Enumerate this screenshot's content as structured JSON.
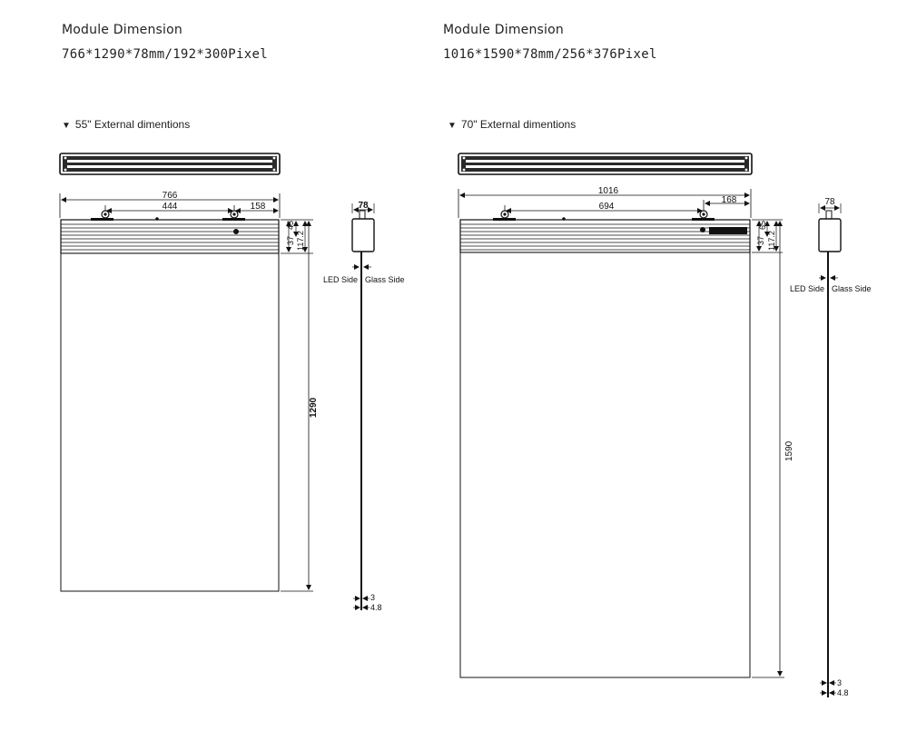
{
  "left": {
    "heading": "Module Dimension",
    "spec": "766*1290*78mm/192*300Pixel",
    "subheading": "55\" External dimentions",
    "width": "766",
    "mount_spacing": "444",
    "edge_offset": "158",
    "height": "1290",
    "depth": "78",
    "frame_37": "37",
    "frame_45": "45",
    "frame_total": "117.2",
    "thickness_a": "3",
    "thickness_b": "4.8",
    "led_side": "LED Side",
    "glass_side": "Glass Side"
  },
  "right": {
    "heading": "Module Dimension",
    "spec": "1016*1590*78mm/256*376Pixel",
    "subheading": "70\" External dimentions",
    "width": "1016",
    "mount_spacing": "694",
    "edge_offset": "168",
    "height": "1590",
    "depth": "78",
    "frame_37": "37",
    "frame_65": "65",
    "frame_total": "117.2",
    "thickness_a": "3",
    "thickness_b": "4.8",
    "led_side": "LED Side",
    "glass_side": "Glass Side"
  },
  "icons": {
    "triangle": "▼"
  }
}
